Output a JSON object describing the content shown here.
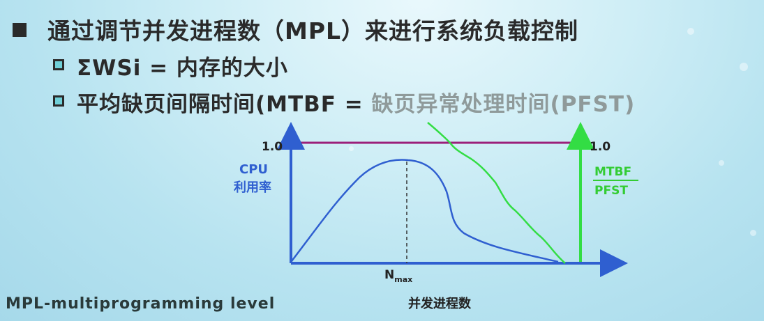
{
  "slide": {
    "heading": "通过调节并发进程数（MPL）来进行系统负载控制",
    "bullets": [
      {
        "label": "ΣWSi = 内存的大小"
      },
      {
        "label_main": "平均缺页间隔时间(MTBF  =  ",
        "label_dim": "缺页异常处理时间(PFST)"
      }
    ],
    "footer": "MPL-multiprogramming level"
  },
  "diagram": {
    "left_axis_top": "1.0",
    "right_axis_top": "1.0",
    "left_axis_label_line1": "CPU",
    "left_axis_label_line2": "利用率",
    "right_axis_numerator": "MTBF",
    "right_axis_denominator": "PFST",
    "x_axis_label": "并发进程数",
    "nmax_main": "N",
    "nmax_sub": "max",
    "colors": {
      "cpu_curve": "#2f5fd0",
      "ratio_curve": "#33dd44",
      "reference_line": "#9b1f7a",
      "axis_left": "#2f5fd0",
      "axis_right": "#33dd44",
      "axis_x": "#2f5fd0"
    }
  }
}
